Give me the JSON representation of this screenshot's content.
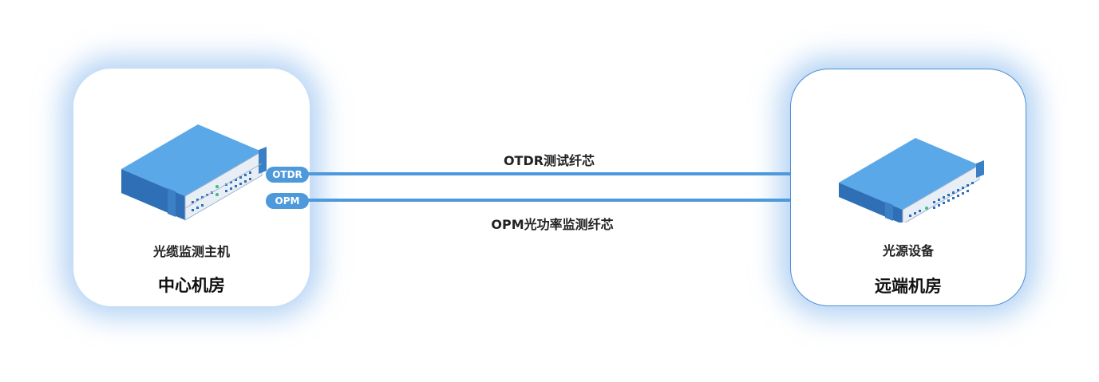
{
  "center_room": {
    "device_label": "光缆监测主机",
    "room_label": "中心机房",
    "device_icon": "rack-server-icon"
  },
  "remote_room": {
    "device_label": "光源设备",
    "room_label": "远端机房",
    "device_icon": "rack-server-icon"
  },
  "ports": {
    "otdr": "OTDR",
    "opm": "OPM"
  },
  "fibers": {
    "otdr_label": "OTDR测试纤芯",
    "opm_label": "OPM光功率监测纤芯"
  },
  "colors": {
    "fiber": "#4d99db",
    "glow": "#78afeb",
    "device_top": "#5aa8e8",
    "device_side": "#2f6fb5"
  }
}
